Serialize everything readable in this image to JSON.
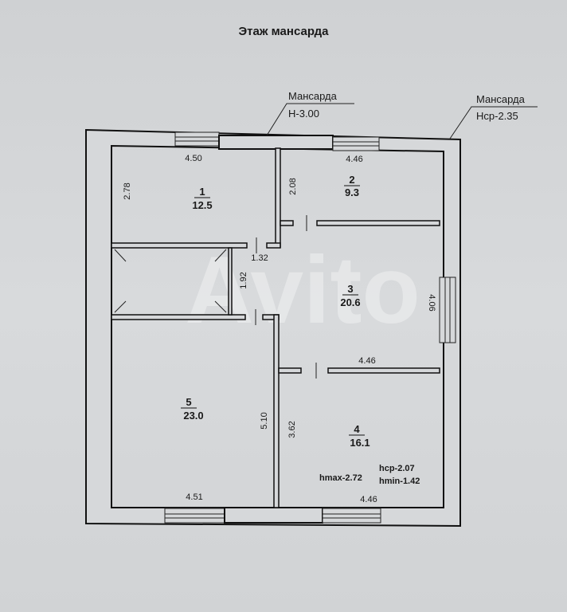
{
  "title": "Этаж мансарда",
  "watermark": "Avito",
  "callouts": [
    {
      "label": "Мансарда",
      "value": "H-3.00"
    },
    {
      "label": "Мансарда",
      "value": "Hср-2.35"
    }
  ],
  "rooms": [
    {
      "number": "1",
      "area": "12.5"
    },
    {
      "number": "2",
      "area": "9.3"
    },
    {
      "number": "3",
      "area": "20.6"
    },
    {
      "number": "4",
      "area": "16.1"
    },
    {
      "number": "5",
      "area": "23.0"
    }
  ],
  "dimensions": {
    "room1_width": "4.50",
    "room1_height": "2.78",
    "room2_width": "4.46",
    "room2_height": "2.08",
    "corridor_width": "1.32",
    "corridor_height": "1.92",
    "room3_height": "4.06",
    "room3_width": "4.46",
    "room5_height": "5.10",
    "room5_width": "4.51",
    "room4_height": "3.62",
    "room4_width": "4.46"
  },
  "heights": {
    "hmax": "hmax-2.72",
    "hcp": "hср-2.07",
    "hmin": "hmin-1.42"
  }
}
